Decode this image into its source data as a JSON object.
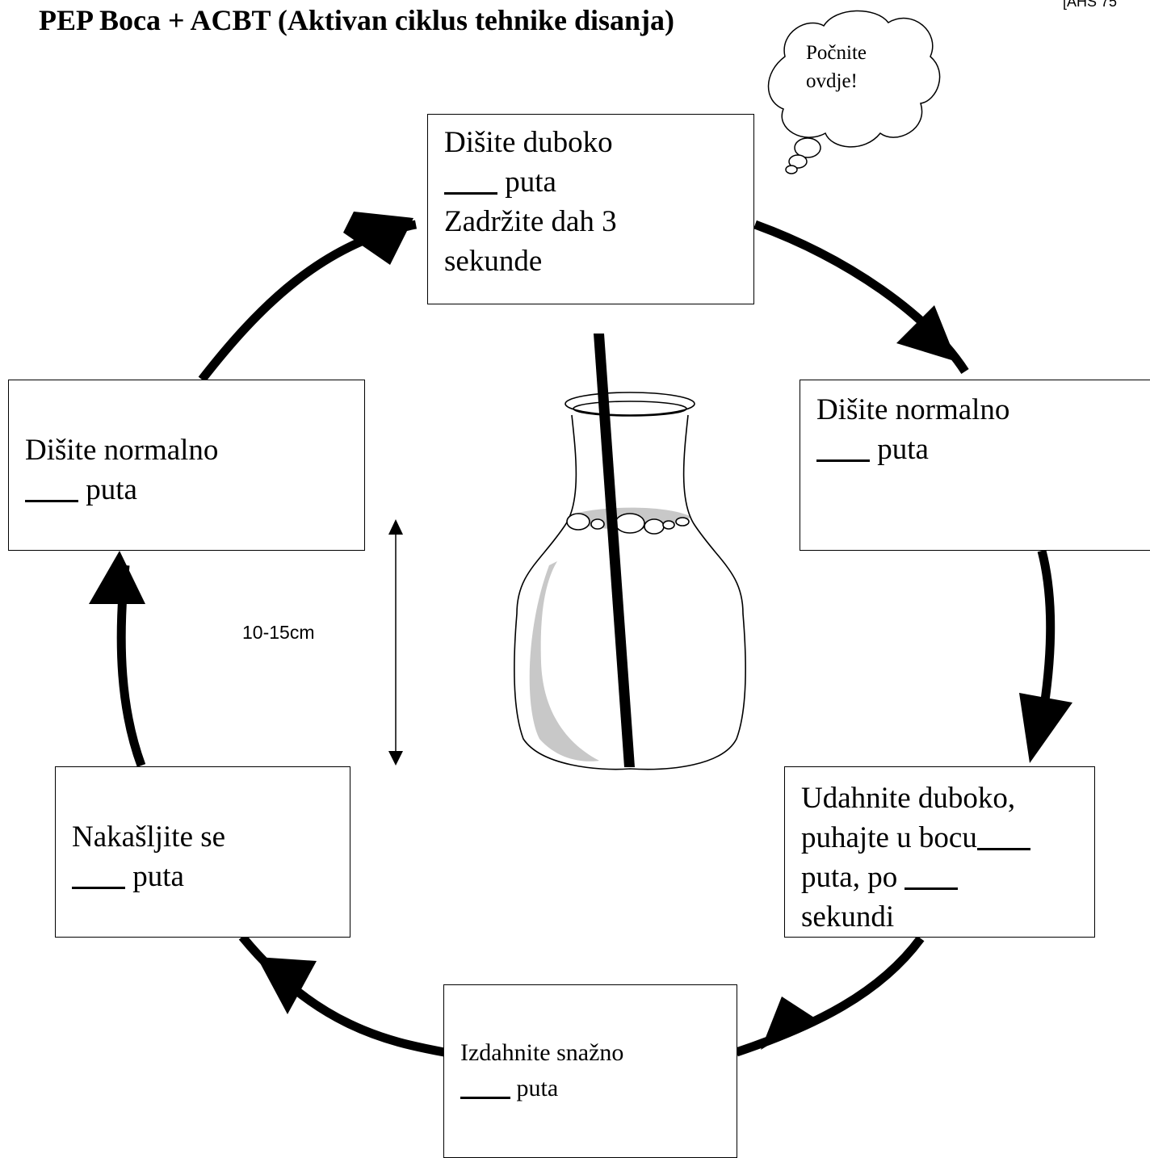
{
  "title": "PEP Boca + ACBT (Aktivan ciklus tehnike disanja)",
  "reference": "[AHS 75",
  "start_note": [
    "Počnite",
    "ovdje!"
  ],
  "measurement": "10-15cm",
  "steps": {
    "top": {
      "lines": [
        "Dišite duboko",
        "puta",
        "Zadržite dah 3",
        "sekunde"
      ]
    },
    "right": {
      "lines": [
        "Dišite normalno",
        "puta"
      ]
    },
    "lower_right": {
      "lines": [
        "Udahnite duboko,",
        "puhajte u bocu",
        "puta, po",
        "sekundi"
      ]
    },
    "bottom": {
      "lines": [
        "Izdahnite snažno",
        "puta"
      ]
    },
    "lower_left": {
      "lines": [
        "Nakašljite se",
        "puta"
      ]
    },
    "left": {
      "lines": [
        "Dišite normalno",
        "puta"
      ]
    }
  },
  "colors": {
    "ink": "#000000",
    "water": "#c8c8c8",
    "paper": "#ffffff"
  }
}
